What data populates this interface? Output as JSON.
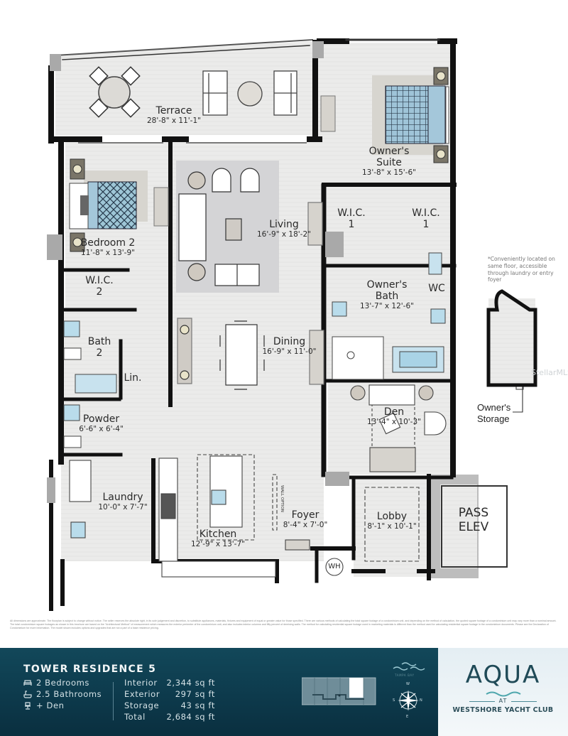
{
  "floorplan": {
    "rooms": [
      {
        "id": "terrace",
        "name": "Terrace",
        "dims": "28'-8\" x 11'-1\""
      },
      {
        "id": "owners-suite",
        "name": "Owner's Suite",
        "name_line1": "Owner's",
        "name_line2": "Suite",
        "dims": "13'-8\" x 15'-6\""
      },
      {
        "id": "bedroom-2",
        "name": "Bedroom 2",
        "dims": "11'-8\" x 13'-9\""
      },
      {
        "id": "living",
        "name": "Living",
        "dims": "16'-9\" x 18'-2\""
      },
      {
        "id": "wic-2",
        "name_line1": "W.I.C.",
        "name_line2": "2"
      },
      {
        "id": "wic-1a",
        "name_line1": "W.I.C.",
        "name_line2": "1"
      },
      {
        "id": "wic-1b",
        "name_line1": "W.I.C.",
        "name_line2": "1"
      },
      {
        "id": "owners-bath",
        "name_line1": "Owner's",
        "name_line2": "Bath",
        "dims": "13'-7\" x 12'-6\""
      },
      {
        "id": "wc",
        "name": "WC"
      },
      {
        "id": "bath-2",
        "name_line1": "Bath",
        "name_line2": "2"
      },
      {
        "id": "linen",
        "name": "Lin."
      },
      {
        "id": "dining",
        "name": "Dining",
        "dims": "16'-9\" x 11'-0\""
      },
      {
        "id": "powder",
        "name": "Powder",
        "dims": "6'-6\" x 6'-4\""
      },
      {
        "id": "den",
        "name": "Den",
        "dims": "13'-4\" x 10'-3\""
      },
      {
        "id": "laundry",
        "name": "Laundry",
        "dims": "10'-0\" x 7'-7\""
      },
      {
        "id": "kitchen",
        "name": "Kitchen",
        "dims": "12'-9\" x 13'-7\""
      },
      {
        "id": "foyer",
        "name": "Foyer",
        "dims": "8'-4\" x 7'-0\""
      },
      {
        "id": "lobby",
        "name": "Lobby",
        "dims": "8'-1\" x 10'-1\""
      },
      {
        "id": "pass-elev",
        "name_line1": "PASS",
        "name_line2": "ELEV"
      },
      {
        "id": "wh",
        "name": "WH"
      }
    ],
    "wall_option_label": "WALL OPTION",
    "storage_note": "*Conveniently located on same floor, accessible through laundry or entry foyer",
    "storage_label_line1": "Owner's",
    "storage_label_line2": "Storage",
    "watermark": "StellarMLS"
  },
  "disclaimer": "All dimensions are approximate. The floorplan is subject to change without notice. The seller reserves the absolute right, in its sole judgement and discretion, to substitute appliances, materials, fixtures and equipment of equal or greater value for those specified. There are various methods of calculating the total square footage of a condominium unit, and depending on the method of calculation, the quoted square footage of a condominium unit may vary more than a nominal amount. The total condominium square footages as shown in this brochure are based on the \"Architectural Method\" of measurement which measures the exterior perimeter of the condominium unit, and also includes interior columns and fifty percent of demising walls. The method for calculating residential square footage used in marketing materials is different than the method used for calculating residential square footage in the condominium documents. Please see the Declaration of Condominium for more information. The model shown includes options and upgrades that are not a part of a base residence pricing.",
  "footer": {
    "title": "TOWER RESIDENCE 5",
    "features": [
      {
        "icon": "bed-icon",
        "label": "2 Bedrooms"
      },
      {
        "icon": "bathtub-icon",
        "label": "2.5 Bathrooms"
      },
      {
        "icon": "desk-chair-icon",
        "label": "+ Den"
      }
    ],
    "areas": [
      {
        "label": "Interior",
        "value": "2,344 sq ft"
      },
      {
        "label": "Exterior",
        "value": "297 sq ft"
      },
      {
        "label": "Storage",
        "value": "43 sq ft"
      },
      {
        "label": "Total",
        "value": "2,684 sq ft"
      }
    ],
    "keyplan_water_label": "TAMPA BAY",
    "compass": {
      "n": "N",
      "s": "S",
      "e": "E",
      "w": "W"
    },
    "brand": {
      "name": "AQUA",
      "at": "AT",
      "subtitle": "WESTSHORE YACHT CLUB"
    },
    "colors": {
      "dark": "#0f4252",
      "light": "#eef4f7",
      "accent": "#4fa7ad"
    }
  }
}
